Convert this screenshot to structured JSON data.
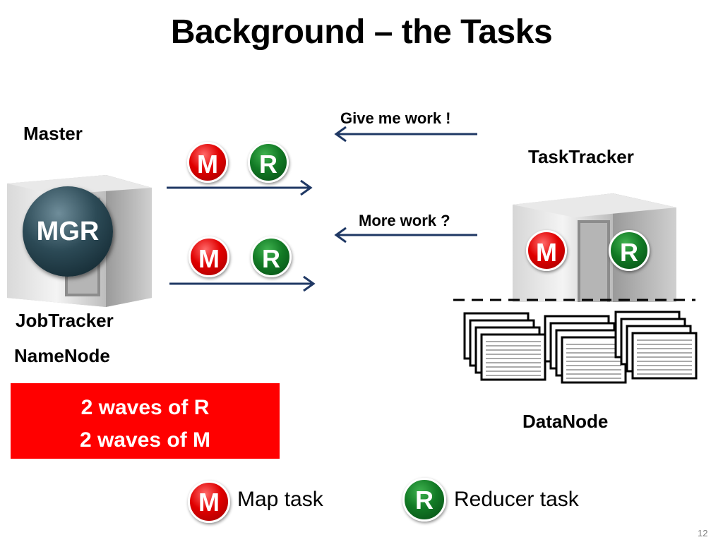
{
  "slide": {
    "title": "Background – the Tasks",
    "page_number": "12"
  },
  "master": {
    "role_label": "Master",
    "badge_text": "MGR",
    "jobtracker_label": "JobTracker",
    "namenode_label": "NameNode"
  },
  "tasktracker": {
    "label": "TaskTracker",
    "datanode_label": "DataNode",
    "badge_m": "M",
    "badge_r": "R"
  },
  "messages": {
    "request_1": "Give me work !",
    "request_2": "More work ?"
  },
  "assignments": [
    {
      "badge_m": "M",
      "badge_r": "R"
    },
    {
      "badge_m": "M",
      "badge_r": "R"
    }
  ],
  "waves_box": {
    "line1": "2 waves of R",
    "line2": "2 waves of M"
  },
  "legend": {
    "map_badge": "M",
    "map_label": "Map task",
    "reduce_badge": "R",
    "reduce_label": "Reducer task"
  },
  "colors": {
    "map_red": "#e00000",
    "reduce_green": "#127a25",
    "arrow_navy": "#1f3864",
    "waves_red": "#ff0000"
  }
}
